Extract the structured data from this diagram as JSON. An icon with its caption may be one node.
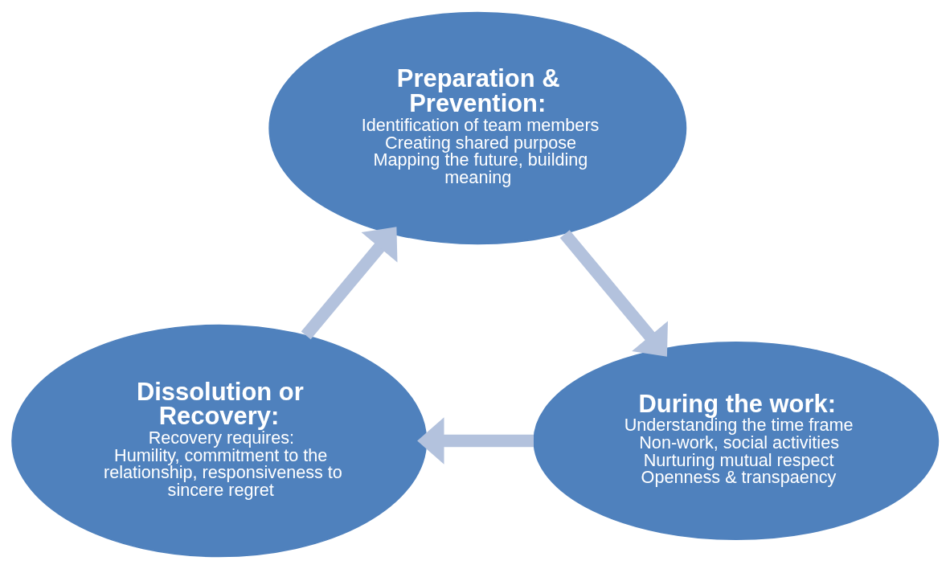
{
  "diagram": {
    "nodes": [
      {
        "text": [
          "Preparation & Prevention:",
          "Identification of team members",
          "Creating shared purpose",
          "Mapping the future, building meaning"
        ]
      },
      {
        "text": [
          "During the work:",
          "Understanding the time frame",
          "Non-work, social activities",
          "Nurturing mutual respect",
          "Openness & transpaency"
        ]
      },
      {
        "text": [
          "Dissolution or Recovery:",
          "Recovery requires:",
          "Humility, commitment to the relationship, responsiveness to sincere regret"
        ]
      }
    ],
    "edges": [
      {
        "from": 0,
        "to": 1,
        "arrow": "to"
      },
      {
        "from": 1,
        "to": 2,
        "arrow": "to"
      },
      {
        "from": 2,
        "to": 0,
        "arrow": "to"
      }
    ]
  }
}
